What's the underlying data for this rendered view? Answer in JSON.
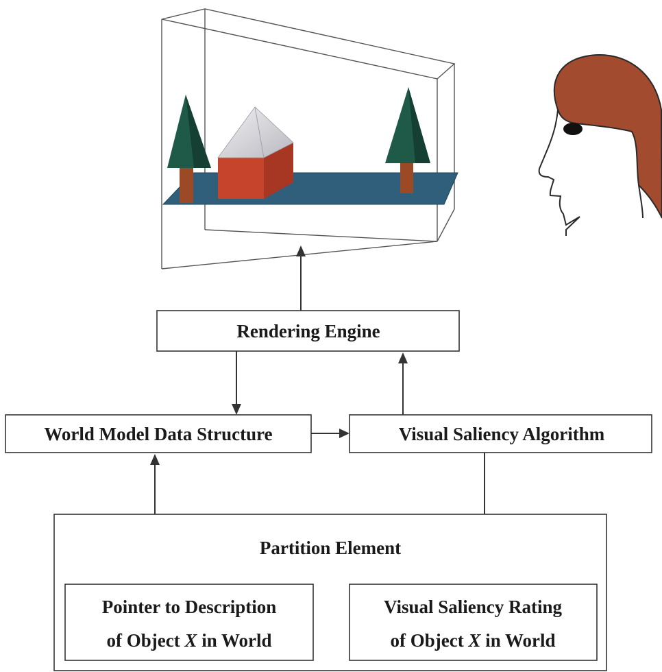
{
  "nodes": {
    "rendering_engine": "Rendering Engine",
    "world_model": "World Model Data Structure",
    "saliency_algorithm": "Visual Saliency Algorithm",
    "partition_element": "Partition Element",
    "pointer_line1": "Pointer to Description",
    "pointer_line2_a": "of Object ",
    "pointer_line2_x": "X",
    "pointer_line2_b": " in World",
    "rating_line1": "Visual Saliency Rating",
    "rating_line2_a": "of Object ",
    "rating_line2_x": "X",
    "rating_line2_b": " in World"
  },
  "colors": {
    "tree_foliage": "#1f5a49",
    "tree_trunk": "#9c4a26",
    "house_wall": "#c5442b",
    "house_roof": "#d8d8dc",
    "ground": "#2f5f7a",
    "hair": "#a34b2e"
  }
}
